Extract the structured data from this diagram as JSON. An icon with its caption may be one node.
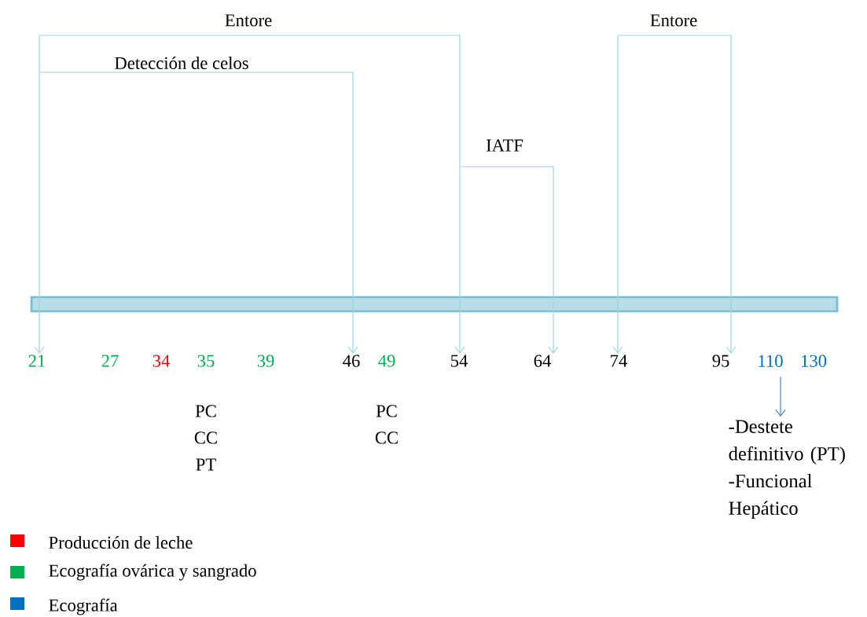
{
  "diagram": {
    "nodes": [
      {
        "text": [
          "21"
        ]
      },
      {
        "text": [
          "27"
        ]
      },
      {
        "text": [
          "34"
        ]
      },
      {
        "text": [
          "35"
        ],
        "beside": [
          "PC",
          "CC",
          "PT"
        ]
      },
      {
        "text": [
          "39"
        ]
      },
      {
        "text": [
          "46"
        ]
      },
      {
        "text": [
          "49"
        ],
        "beside": [
          "PC",
          "CC"
        ]
      },
      {
        "text": [
          "54"
        ]
      },
      {
        "text": [
          "64"
        ]
      },
      {
        "text": [
          "74"
        ]
      },
      {
        "text": [
          "95"
        ]
      },
      {
        "text": [
          "110"
        ]
      },
      {
        "text": [
          "130"
        ]
      },
      {
        "text": [
          "-Destete definitivo (PT)",
          "-Funcional Hepático"
        ]
      }
    ],
    "edges": [
      {
        "from": 0,
        "to": 7,
        "arrow": "both",
        "label": "Entore"
      },
      {
        "from": 0,
        "to": 5,
        "arrow": "both",
        "label": "Detección de celos"
      },
      {
        "from": 7,
        "to": 8,
        "arrow": "both",
        "label": "IATF"
      },
      {
        "from": 9,
        "to": 10,
        "arrow": "both",
        "label": "Entore"
      },
      {
        "from": 11,
        "to": 13,
        "arrow": "to"
      }
    ],
    "legend": [
      {
        "text": "Producción de leche",
        "color": "#ff0000"
      },
      {
        "text": "Ecografía ovárica y sangrado",
        "color": "#00b050"
      },
      {
        "text": "Ecografía",
        "color": "#0070c0"
      }
    ]
  }
}
